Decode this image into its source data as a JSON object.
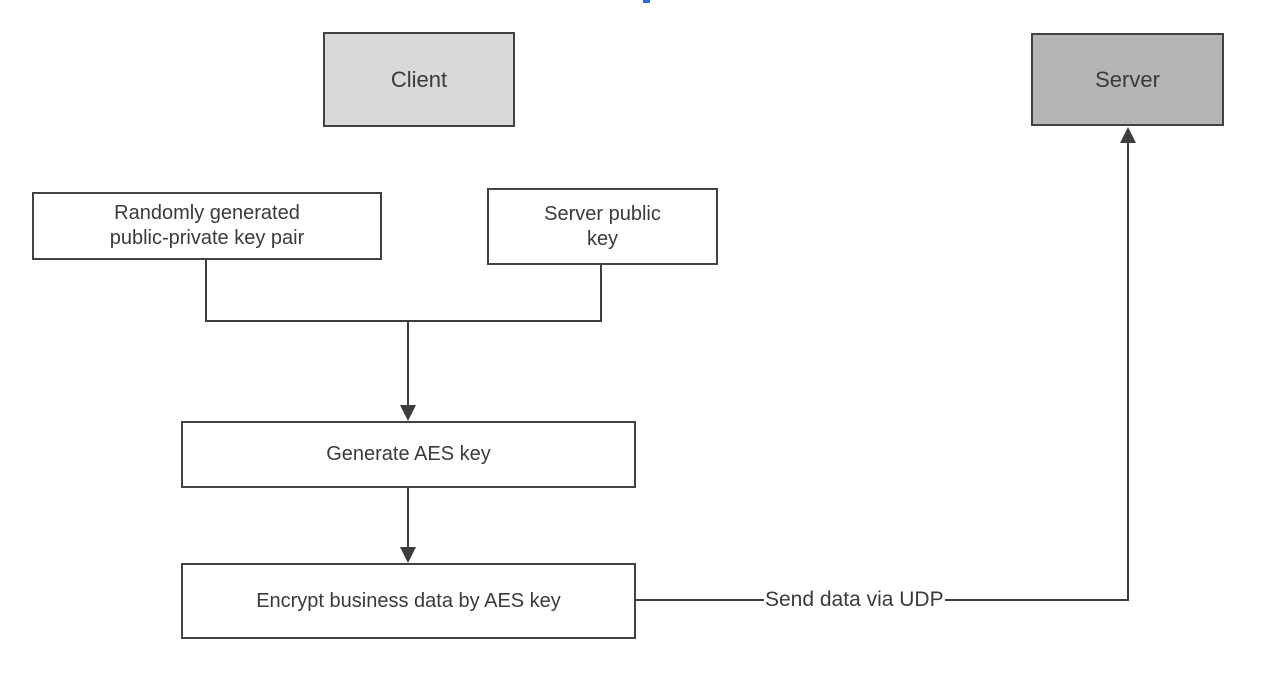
{
  "diagram": {
    "nodes": {
      "client": {
        "label": "Client"
      },
      "server": {
        "label": "Server"
      },
      "keypair": {
        "label": "Randomly generated\npublic-private key pair"
      },
      "server_public_key": {
        "label": "Server public\nkey"
      },
      "generate_aes": {
        "label": "Generate AES key"
      },
      "encrypt_data": {
        "label": "Encrypt business data by AES key"
      }
    },
    "edges": {
      "udp_label": "Send data via UDP"
    },
    "colors": {
      "client_fill": "#d9d9d9",
      "server_fill": "#b5b5b5",
      "node_fill": "#ffffff",
      "border": "#424242",
      "line": "#3d3d3d",
      "text": "#3a3a3a",
      "artifact_blue": "#2e6bd0",
      "canvas": "#ffffff"
    }
  }
}
